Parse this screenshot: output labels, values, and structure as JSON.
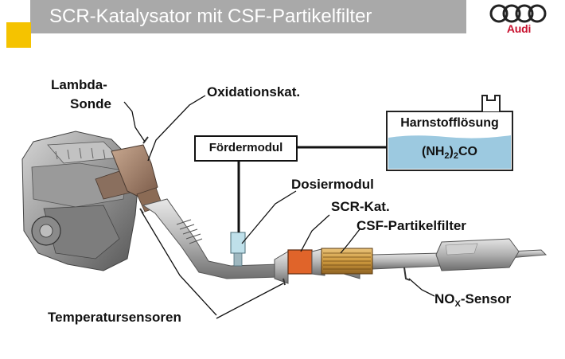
{
  "header": {
    "title": "SCR-Katalysator mit CSF-Partikelfilter",
    "logo_text": "Audi",
    "accent_color": "#f5c300",
    "bar_color": "#a9a9a9",
    "logo_color": "#c8102e"
  },
  "labels": {
    "lambda_line1": "Lambda-",
    "lambda_line2": "Sonde",
    "oxidation": "Oxidationskat.",
    "foerdermodul": "Fördermodul",
    "dosiermodul": "Dosiermodul",
    "scr": "SCR-Kat.",
    "csf": "CSF-Partikelfilter",
    "nox_main": "NO",
    "nox_sub": "X",
    "nox_rest": "-Sensor",
    "temperatur": "Temperatursensoren"
  },
  "tank": {
    "title": "Harnstofflösung",
    "formula_a": "(NH",
    "formula_sub": "2",
    "formula_b": ")",
    "formula_sub2": "2",
    "formula_c": "CO",
    "liquid_color": "#9cc9e0"
  }
}
